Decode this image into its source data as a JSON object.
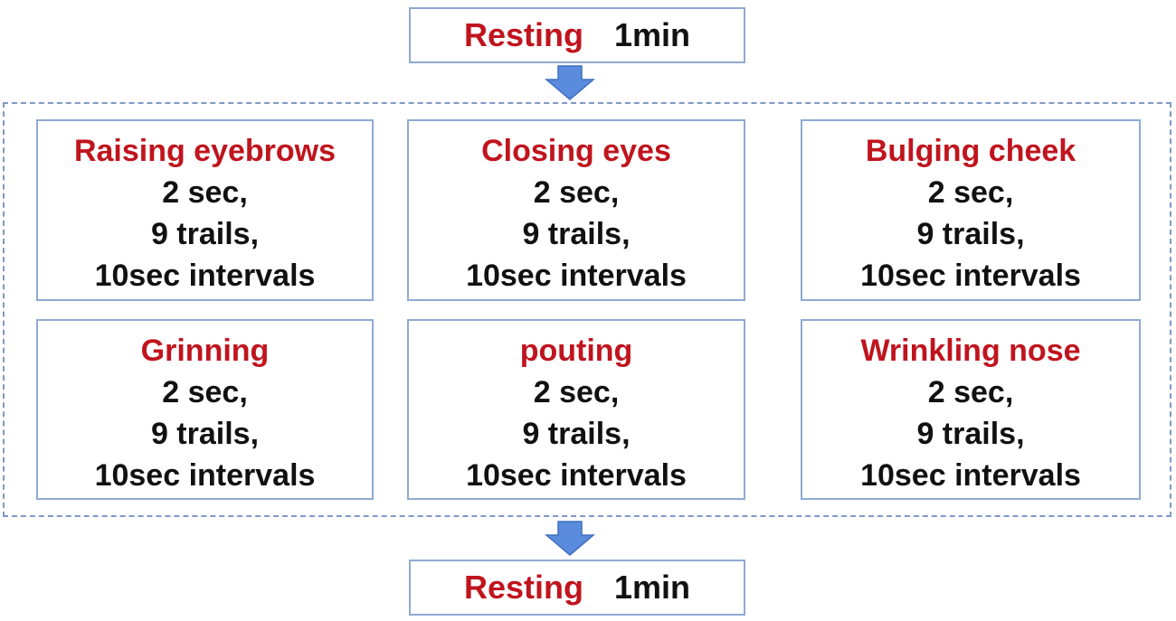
{
  "resting_top": {
    "label": "Resting",
    "duration": "1min"
  },
  "resting_bottom": {
    "label": "Resting",
    "duration": "1min"
  },
  "tasks": [
    {
      "title": "Raising eyebrows",
      "duration": "2 sec,",
      "trials": "9 trails,",
      "interval": "10sec intervals"
    },
    {
      "title": "Closing eyes",
      "duration": "2 sec,",
      "trials": "9 trails,",
      "interval": "10sec intervals"
    },
    {
      "title": "Bulging cheek",
      "duration": "2 sec,",
      "trials": "9 trails,",
      "interval": "10sec intervals"
    },
    {
      "title": "Grinning",
      "duration": "2 sec,",
      "trials": "9 trails,",
      "interval": "10sec intervals"
    },
    {
      "title": "pouting",
      "duration": "2 sec,",
      "trials": "9 trails,",
      "interval": "10sec intervals"
    },
    {
      "title": "Wrinkling nose",
      "duration": "2 sec,",
      "trials": "9 trails,",
      "interval": "10sec intervals"
    }
  ],
  "colors": {
    "label_red": "#c0141e",
    "text_black": "#111111",
    "box_border": "#8faad3",
    "dashed_frame": "#7f99c6",
    "arrow_fill": "#5b8bdc"
  }
}
